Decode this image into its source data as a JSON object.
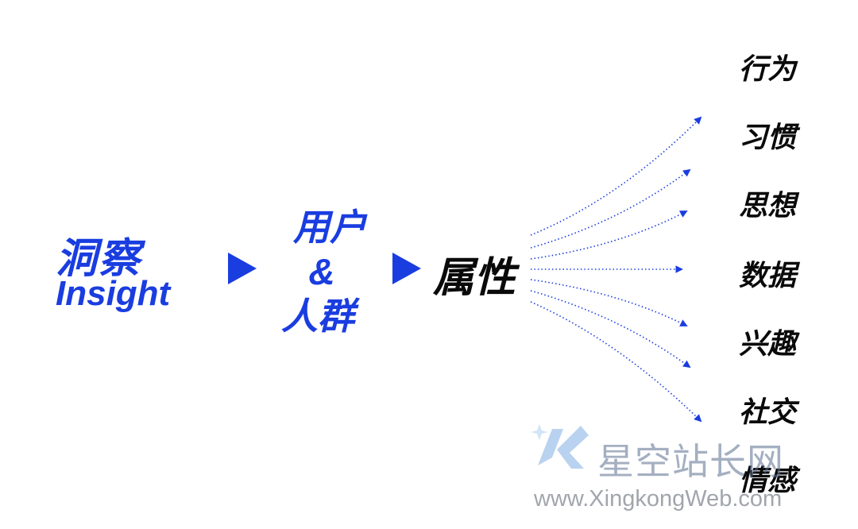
{
  "colors": {
    "accent": "#1a3de0",
    "ink": "#0a0a0a"
  },
  "insight": {
    "zh": "洞察",
    "en": "Insight"
  },
  "user_group": {
    "line1": "用户",
    "line2": "&",
    "line3": "人群"
  },
  "attribute": "属性",
  "attributes": [
    "行为",
    "习惯",
    "思想",
    "数据",
    "兴趣",
    "社交",
    "情感"
  ],
  "watermark": {
    "name": "星空站长网",
    "url": "www.XingkongWeb.com"
  }
}
